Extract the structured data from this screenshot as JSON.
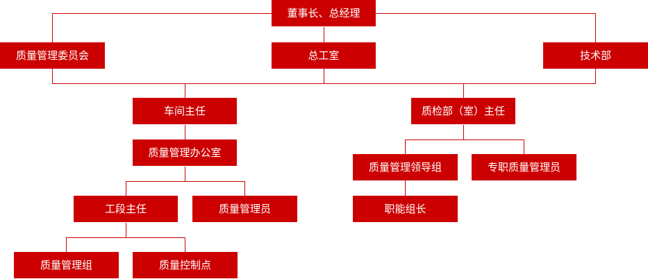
{
  "org_chart": {
    "nodes": {
      "chairman": "董事长、总经理",
      "quality_committee": "质量管理委员会",
      "chief_engineer_office": "总工室",
      "technical_dept": "技术部",
      "workshop_director": "车间主任",
      "qc_dept_director": "质检部（室）主任",
      "quality_office": "质量管理办公室",
      "quality_leader_group": "质量管理领导组",
      "fulltime_quality_manager": "专职质量管理员",
      "function_team_leader": "职能组长",
      "section_director": "工段主任",
      "quality_manager": "质量管理员",
      "quality_group": "质量管理组",
      "quality_control_point": "质量控制点"
    }
  }
}
